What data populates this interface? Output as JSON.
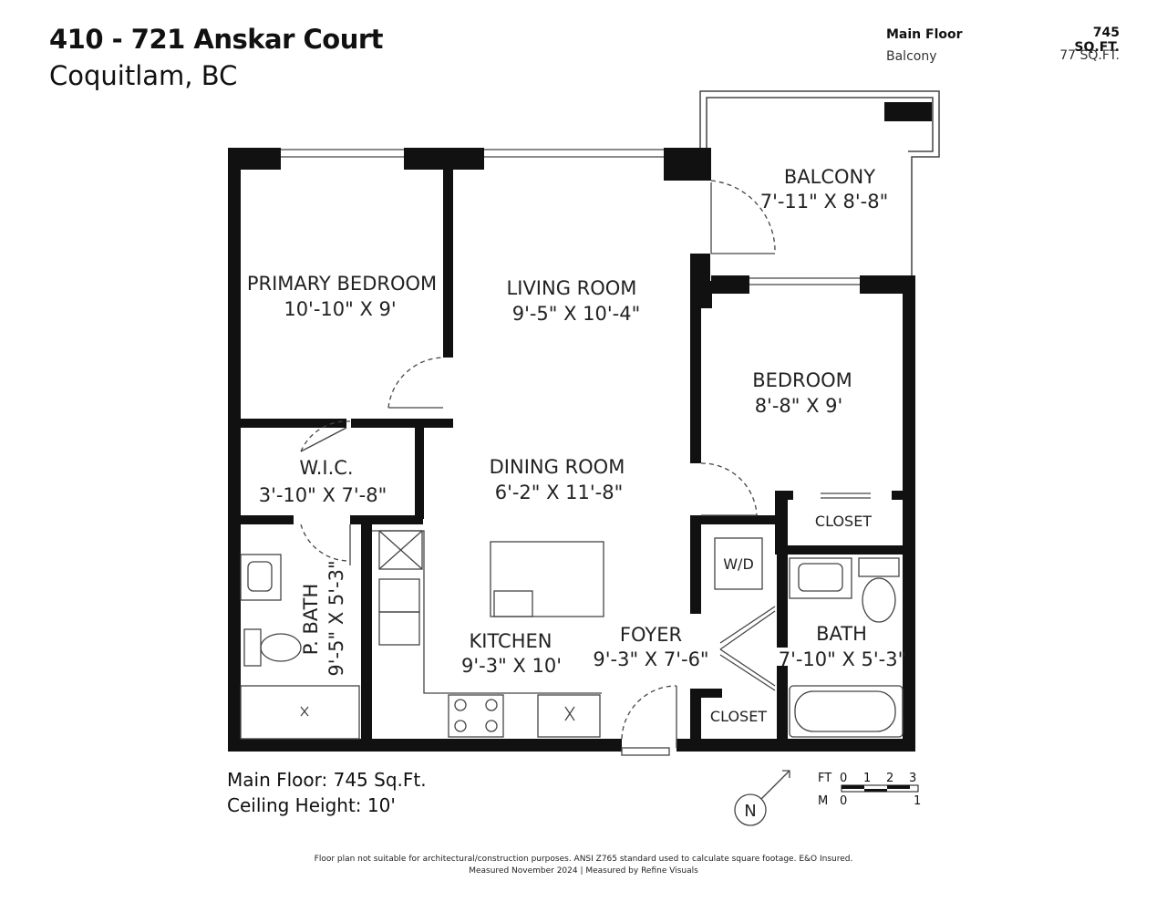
{
  "header": {
    "address": "410 - 721 Anskar Court",
    "city": "Coquitlam, BC"
  },
  "areas": [
    {
      "label": "Main Floor",
      "value": "745 SQ.FT."
    },
    {
      "label": "Balcony",
      "value": "77 SQ.FT."
    }
  ],
  "rooms": {
    "balcony": {
      "name": "BALCONY",
      "dims": "7'-11\" X 8'-8\""
    },
    "primary_bedroom": {
      "name": "PRIMARY BEDROOM",
      "dims": "10'-10\" X 9'"
    },
    "living_room": {
      "name": "LIVING ROOM",
      "dims": "9'-5\"  X 10'-4\""
    },
    "bedroom": {
      "name": "BEDROOM",
      "dims": "8'-8\" X 9'"
    },
    "wic": {
      "name": "W.I.C.",
      "dims": "3'-10\" X 7'-8\""
    },
    "dining_room": {
      "name": "DINING ROOM",
      "dims": "6'-2\" X 11'-8\""
    },
    "closet_bedroom": {
      "name": "CLOSET"
    },
    "wd": {
      "name": "W/D"
    },
    "pbath": {
      "name": "P. BATH",
      "dims": "9'-5\" X 5'-3\""
    },
    "kitchen": {
      "name": "KITCHEN",
      "dims": "9'-3\" X 10'"
    },
    "foyer": {
      "name": "FOYER",
      "dims": "9'-3\" X 7'-6\""
    },
    "bath": {
      "name": "BATH",
      "dims": "7'-10\" X 5'-3\""
    },
    "closet_foyer": {
      "name": "CLOSET"
    }
  },
  "summary": {
    "main_floor": "Main Floor: 745 Sq.Ft.",
    "ceiling": "Ceiling Height: 10'"
  },
  "compass": {
    "letter": "N"
  },
  "scale": {
    "ft_label": "FT",
    "ft_ticks": [
      "0",
      "1",
      "2",
      "3"
    ],
    "m_label": "M",
    "m_ticks": [
      "0",
      "1"
    ]
  },
  "disclaimer": {
    "line1": "Floor plan not suitable for architectural/construction purposes. ANSI Z765 standard used to calculate square footage. E&O Insured.",
    "line2": "Measured November 2024 | Measured by Refine Visuals"
  },
  "colors": {
    "wall": "#111111",
    "thin": "#444444"
  }
}
